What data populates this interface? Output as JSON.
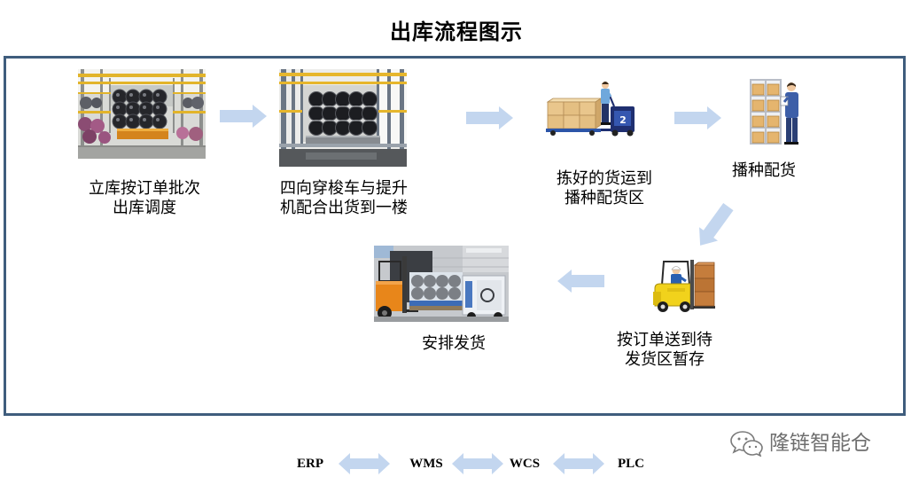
{
  "title": "出库流程图示",
  "colors": {
    "frame_border": "#3f5d7d",
    "flow_arrow": "#c3d6ef",
    "label_text": "#000000",
    "watermark_text": "#6e6e6e"
  },
  "steps": [
    {
      "icon": "stacker-rack-rolls-photo",
      "label_lines": [
        "立库按订单批次",
        "出库调度"
      ]
    },
    {
      "icon": "four-way-shuttle-lift-photo",
      "label_lines": [
        "四向穿梭车与提升",
        "机配合出货到一楼"
      ]
    },
    {
      "icon": "electric-pallet-truck-illustration",
      "vehicle_number": "2",
      "label_lines": [
        "拣好的货运到",
        "播种配货区"
      ]
    },
    {
      "icon": "worker-at-shelf-illustration",
      "label_lines": [
        "播种配货"
      ]
    },
    {
      "icon": "forklift-with-cartons-illustration",
      "label_lines": [
        "按订单送到待",
        "发货区暂存"
      ]
    },
    {
      "icon": "forklift-loading-truck-photo",
      "label_lines": [
        "安排发货"
      ]
    }
  ],
  "flow_arrow_icon": "block-arrow-icon",
  "systems": {
    "items": [
      "ERP",
      "WMS",
      "WCS",
      "PLC"
    ],
    "connector_icon": "double-headed-arrow-icon"
  },
  "watermark": {
    "icon": "wechat-icon",
    "text": "隆链智能仓"
  }
}
